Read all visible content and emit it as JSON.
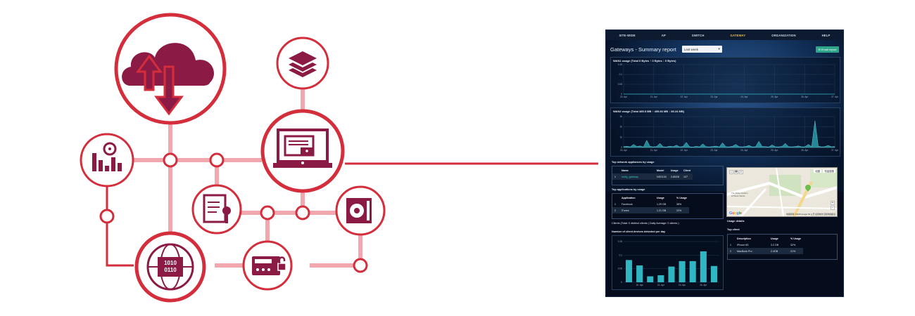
{
  "colors": {
    "brand": "#D42E3C",
    "line_light": "#F2A7AE",
    "icon_fill": "#8B1A45",
    "teal": "#2FB6C2",
    "accent_green": "#2EA58A",
    "nav_active": "#E8C24A"
  },
  "illustration": {
    "icons": [
      "cloud-upload-download-icon",
      "layers-icon",
      "laptop-share-icon",
      "dashboard-chart-icon",
      "document-key-icon",
      "vault-safe-icon",
      "globe-binary-icon",
      "radio-lock-icon"
    ]
  },
  "dashboard": {
    "nav": [
      "SITE-WIDE",
      "AP",
      "SWITCH",
      "GATEWAY",
      "ORGANIZATION",
      "HELP"
    ],
    "active_nav": "GATEWAY",
    "title": "Gateways - Summary report",
    "period": "Last week",
    "email_button": "Email report",
    "wan1": {
      "title": "WAN1 usage (Total 0 Bytes ↑ 0 Bytes ↓ 0 Bytes)",
      "y_ticks": [
        "0.15",
        "0.1",
        "0.05",
        "0"
      ],
      "x_ticks": [
        "20. Apr",
        "21. Apr",
        "22. Apr",
        "23. Apr",
        "24. Apr",
        "25. Apr",
        "26. Apr",
        "27. Apr"
      ]
    },
    "wan2": {
      "title": "WAN2 usage (Total 485.5 MB ↑ 405.66 MB ↓ 80.24 MB)",
      "y_ticks": [
        "3k",
        "2k",
        "1k",
        "0"
      ],
      "x_ticks": [
        "20. Apr",
        "21. Apr",
        "22. Apr",
        "23. Apr",
        "24. Apr",
        "25. Apr",
        "26. Apr",
        "27. Apr"
      ]
    },
    "top_appliances": {
      "title": "Top network appliances by usage",
      "headers": [
        "Name",
        "Model",
        "Usage",
        "Client"
      ],
      "rows": [
        [
          "1",
          "lobby_gateway",
          "NSG100",
          "3.85GB",
          "107"
        ]
      ]
    },
    "top_applications": {
      "title": "Top applications by usage",
      "headers": [
        "Application",
        "Usage",
        "% Usage"
      ],
      "rows": [
        [
          "1",
          "Facebook",
          "1.29 GB",
          "38%"
        ],
        [
          "2",
          "iTunes",
          "1.21 GB",
          "22%"
        ]
      ]
    },
    "clients_summary": "Clients (Total: 0 distinct clients | Daily Average: 0 clients )",
    "clients_chart": {
      "title": "Number of client devices detected per day",
      "y_ticks": [
        "0.15",
        "0.1",
        "0.05",
        "0"
      ],
      "x_ticks": [
        "20. Apr",
        "22. Apr",
        "24. Apr",
        "26. Apr"
      ]
    },
    "map": {
      "btn_left": "地圖",
      "btn_right": "衛星圖像",
      "place": "The Abbey Garden at Mount Sainte",
      "footer": "地圖資料 ©2018 Google  50 公尺  使用條款  回報地圖錯誤"
    },
    "usage_details": "Usage details",
    "top_client": {
      "title": "Top client",
      "headers": [
        "Description",
        "Usage",
        "% Usage"
      ],
      "rows": [
        [
          "1",
          "iPhone 6S",
          "3.2 GB",
          "32%"
        ],
        [
          "2",
          "MacBook Pro",
          "2.4GB",
          "21%"
        ]
      ]
    }
  },
  "chart_data": [
    {
      "type": "line",
      "title": "WAN1 usage (Total 0 Bytes ↑ 0 Bytes ↓ 0 Bytes)",
      "x": [
        "20. Apr",
        "21. Apr",
        "22. Apr",
        "23. Apr",
        "24. Apr",
        "25. Apr",
        "26. Apr",
        "27. Apr"
      ],
      "values": [
        0,
        0,
        0,
        0,
        0,
        0,
        0,
        0
      ],
      "ylim": [
        0,
        0.15
      ],
      "grid": true
    },
    {
      "type": "area",
      "title": "WAN2 usage (Total 485.5 MB ↑ 405.66 MB ↓ 80.24 MB)",
      "x_range": [
        "20. Apr",
        "27. Apr"
      ],
      "values": [
        80,
        120,
        60,
        300,
        90,
        150,
        40,
        700,
        110,
        60,
        90,
        400,
        70,
        50,
        130,
        80,
        220,
        60,
        90,
        500,
        70,
        40,
        110,
        60,
        350,
        80,
        60,
        90,
        140,
        50,
        450,
        70,
        60,
        120,
        300,
        80,
        60,
        90,
        200,
        60,
        70,
        600,
        90,
        80,
        50,
        250,
        70,
        60,
        100,
        400,
        80,
        60,
        90,
        150,
        60,
        70,
        300,
        90,
        2600,
        120,
        60,
        80,
        200,
        70,
        90
      ],
      "ylim": [
        0,
        3000
      ],
      "grid": true
    },
    {
      "type": "bar",
      "title": "Number of client devices detected per day",
      "categories": [
        "19. Apr",
        "20. Apr",
        "21. Apr",
        "22. Apr",
        "23. Apr",
        "24. Apr",
        "25. Apr",
        "26. Apr",
        "27. Apr"
      ],
      "values": [
        0.082,
        0.062,
        0.022,
        0.026,
        0.058,
        0.078,
        0.078,
        0.114,
        0.06
      ],
      "ylim": [
        0,
        0.15
      ],
      "grid": true
    }
  ]
}
